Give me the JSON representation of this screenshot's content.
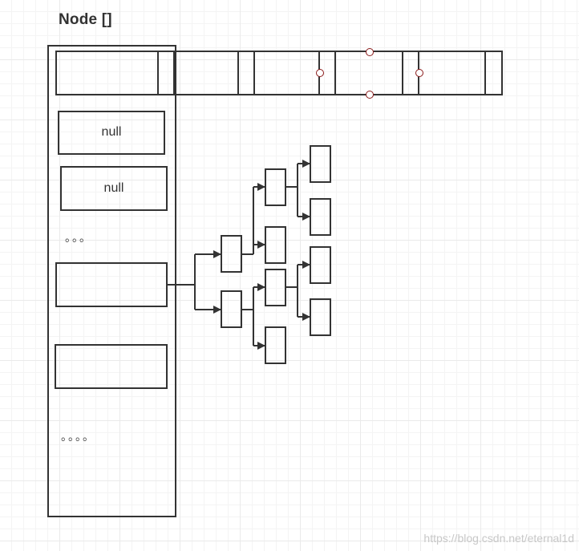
{
  "diagram": {
    "title": "Node []",
    "slot_labels": {
      "null_1": "null",
      "null_2": "null"
    },
    "ellipsis_short": "。。。",
    "ellipsis_long": "。。。。",
    "watermark": "https://blog.csdn.net/eternal1d"
  },
  "colors": {
    "stroke": "#333333",
    "handle_fill": "#ffffff",
    "handle_stroke": "#8b1a1a",
    "grid_major": "#eaeaea",
    "grid_minor": "#f4f4f4"
  }
}
